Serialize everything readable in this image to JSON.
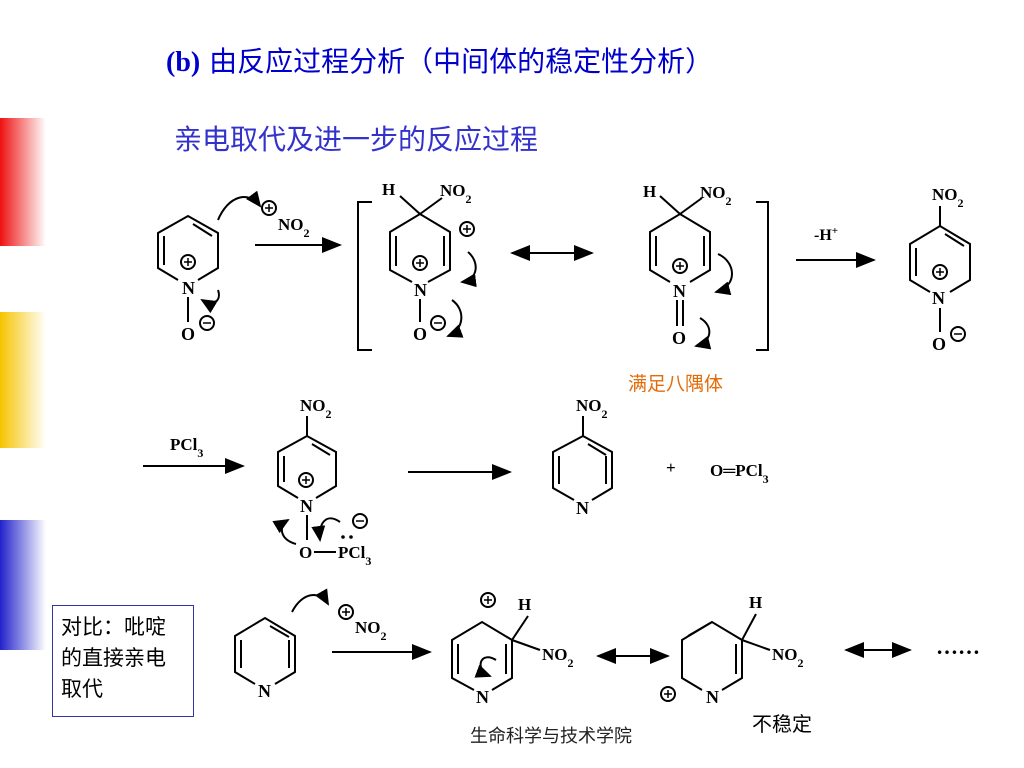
{
  "title": {
    "prefix": "(b)",
    "text": "由反应过程分析（中间体的稳定性分析）"
  },
  "subtitle": "亲电取代及进一步的反应过程",
  "octet_label": "满足八隅体",
  "compare_label": "对比：吡啶的直接亲电取代",
  "unstable_label": "不稳定",
  "footer": "生命科学与技术学院",
  "ellipsis": "……",
  "atoms": {
    "N": "N",
    "O": "O",
    "H": "H",
    "NO2": "NO2",
    "PCl3": "PCl3",
    "deprotonation": "-H+",
    "plus": "+",
    "O_PCl3": "O═PCl3"
  },
  "colors": {
    "title": "#0000cc",
    "subtitle": "#3333cc",
    "octet": "#e36c09",
    "bar_red": "#ee1111",
    "bar_yellow": "#f5c400",
    "bar_blue": "#2222cc"
  }
}
